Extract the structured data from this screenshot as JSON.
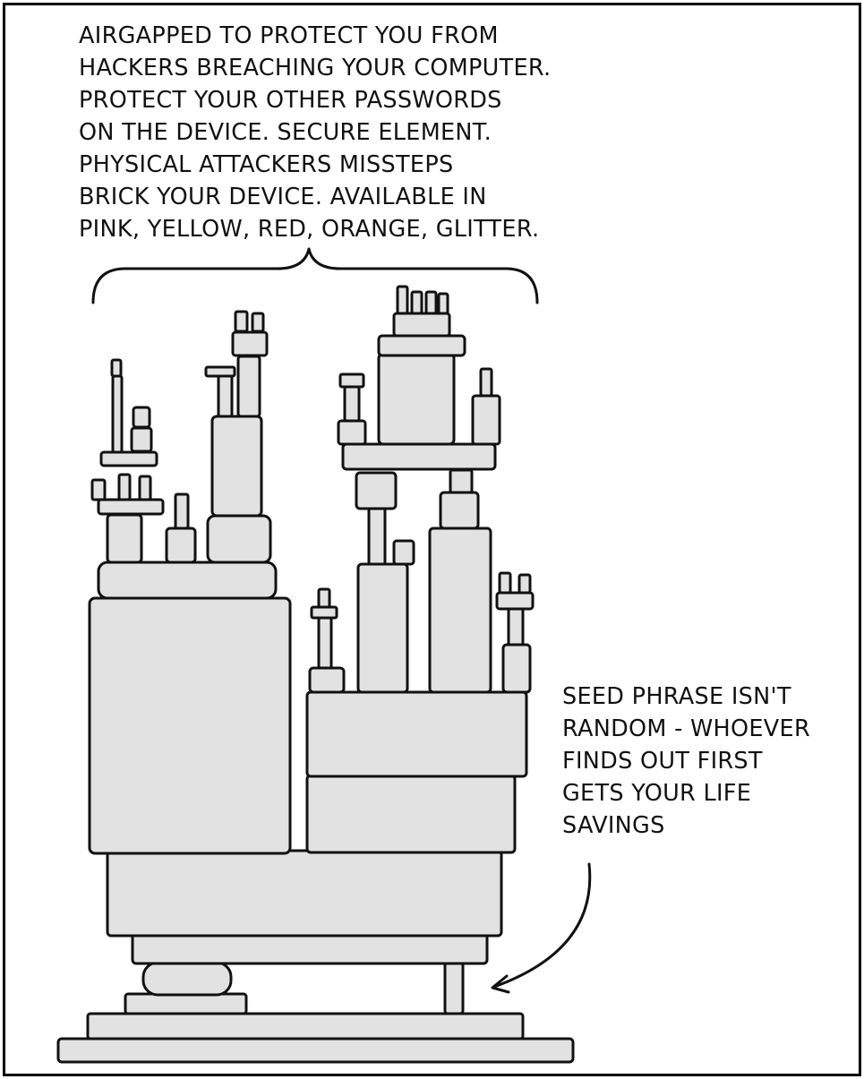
{
  "comic": {
    "top_caption": [
      "AIRGAPPED TO PROTECT YOU FROM",
      "HACKERS BREACHING YOUR COMPUTER.",
      "PROTECT YOUR OTHER PASSWORDS",
      "ON THE DEVICE. SECURE ELEMENT.",
      "PHYSICAL ATTACKERS MISSTEPS",
      "BRICK YOUR DEVICE. AVAILABLE IN",
      "PINK, YELLOW, RED, ORANGE, GLITTER."
    ],
    "side_caption": [
      "SEED PHRASE ISN'T",
      "RANDOM - WHOEVER",
      "FINDS OUT FIRST",
      "GETS YOUR LIFE",
      "SAVINGS"
    ],
    "colors": {
      "block_fill": "#e2e2e2",
      "ink": "#111111",
      "background": "#ffffff"
    }
  }
}
